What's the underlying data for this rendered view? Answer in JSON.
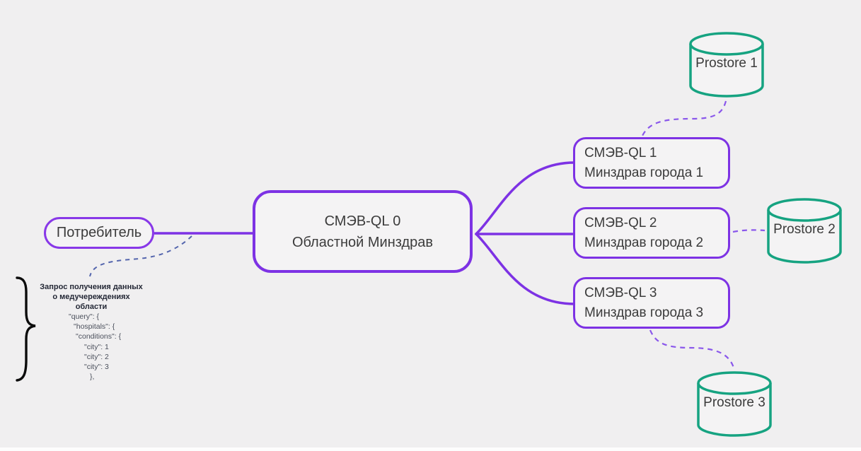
{
  "diagram": {
    "background": "#f0eff0",
    "colors": {
      "node_border_purple": "#7d32e4",
      "node_fill": "#f4f3f4",
      "connector_solid": "#7d32e4",
      "connector_dashed_violet": "#8a57eb",
      "annotation_dash_slate": "#5465ad",
      "database_teal": "#16a381",
      "text": "#3b3b3b",
      "brace": "#0c0c0c"
    }
  },
  "nodes": {
    "consumer": {
      "label": "Потребитель"
    },
    "central": {
      "line1": "СМЭВ-QL 0",
      "line2": "Областной Минздрав"
    },
    "ql1": {
      "line1": "СМЭВ-QL 1",
      "line2": "Минздрав города 1"
    },
    "ql2": {
      "line1": "СМЭВ-QL 2",
      "line2": "Минздрав города 2"
    },
    "ql3": {
      "line1": "СМЭВ-QL 3",
      "line2": "Минздрав города 3"
    },
    "db1": {
      "label": "Prostore 1"
    },
    "db2": {
      "label": "Prostore 2"
    },
    "db3": {
      "label": "Prostore 3"
    }
  },
  "annotation": {
    "title_lines": [
      "Запрос получения данных",
      "о медучереждениях",
      "области"
    ],
    "code_lines": [
      "\"query\": {",
      "\"hospitals\": {",
      "\"conditions\": {",
      "\"city\": 1",
      "\"city\": 2",
      "\"city\": 3",
      "},"
    ]
  }
}
